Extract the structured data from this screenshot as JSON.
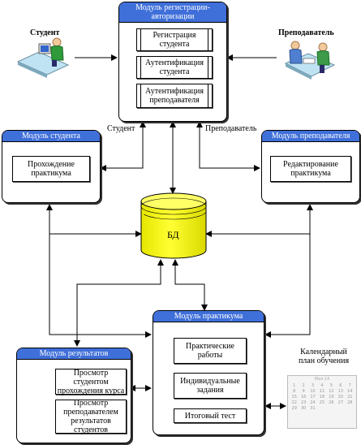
{
  "actors": {
    "student": "Студент",
    "teacher": "Преподаватель"
  },
  "modules": {
    "auth": {
      "title": "Модуль регистрации-авторизации",
      "items": [
        "Регистрация студента",
        "Аутентификация студента",
        "Аутентификация преподавателя"
      ]
    },
    "student": {
      "title": "Модуль студента",
      "items": [
        "Прохождение практикума"
      ]
    },
    "teacher": {
      "title": "Модуль преподавателя",
      "items": [
        "Редактирование практикума"
      ]
    },
    "practicum": {
      "title": "Модуль практикума",
      "items": [
        "Практические работы",
        "Индивидуальные задания",
        "Итоговый тест"
      ]
    },
    "results": {
      "title": "Модуль результатов",
      "items": [
        "Просмотр студентом прохождения курса",
        "Просмотр преподавателем результатов студентов"
      ]
    }
  },
  "database": {
    "label": "БД"
  },
  "flow_labels": {
    "student": "Студент",
    "teacher": "Преподаватель"
  },
  "calendar": {
    "caption": "Календарный план обучения",
    "title": "Мая 14",
    "days": [
      "1",
      "2",
      "3",
      "4",
      "5",
      "6",
      "7",
      "8",
      "9",
      "10",
      "11",
      "12",
      "13",
      "14",
      "15",
      "16",
      "17",
      "18",
      "19",
      "20",
      "21",
      "22",
      "23",
      "24",
      "25",
      "26",
      "27",
      "28",
      "29",
      "30",
      "31"
    ]
  },
  "colors": {
    "header": "#3f6fd9",
    "database": "#ffff00",
    "line": "#000000"
  }
}
